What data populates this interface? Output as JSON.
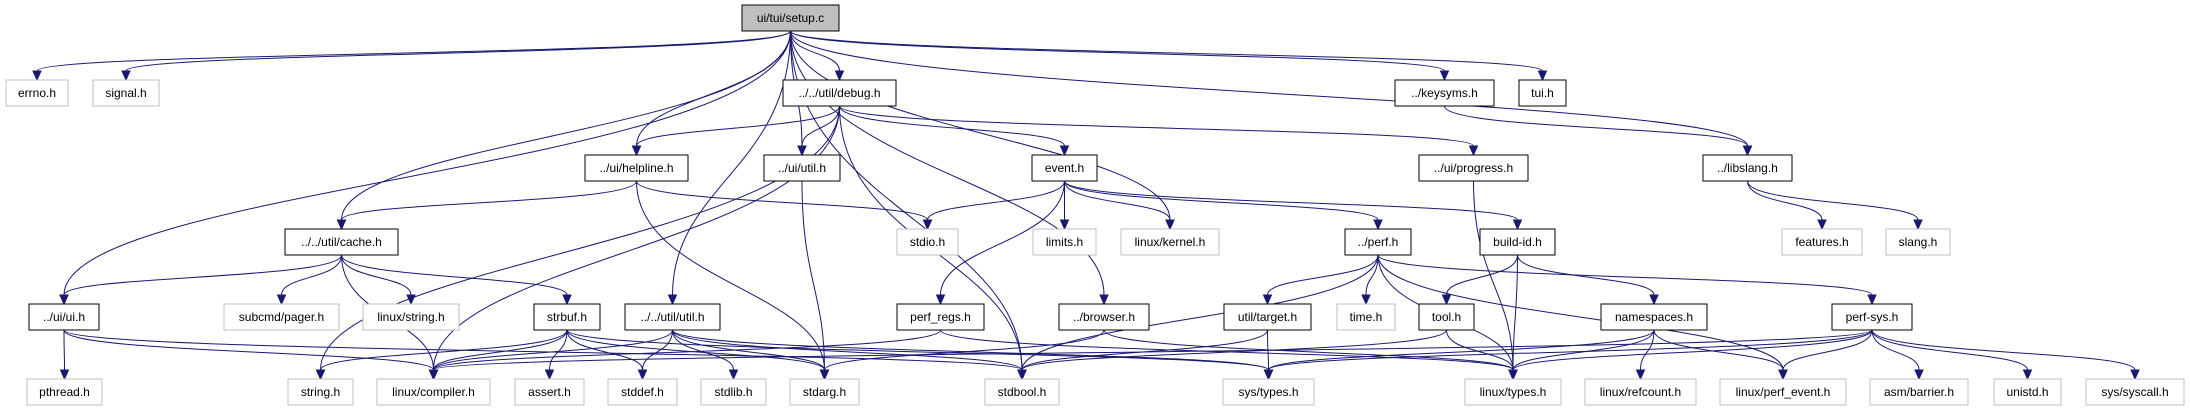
{
  "colors": {
    "edge": "#191970",
    "root_fill": "#bfbfbf",
    "documented_border": "#000000",
    "external_border": "#bfbfbf"
  },
  "nodes": [
    {
      "id": "setup",
      "label": "ui/tui/setup.c",
      "kind": "root"
    },
    {
      "id": "errno",
      "label": "errno.h",
      "kind": "external"
    },
    {
      "id": "signal",
      "label": "signal.h",
      "kind": "external"
    },
    {
      "id": "debug",
      "label": "../../util/debug.h",
      "kind": "documented"
    },
    {
      "id": "keysyms",
      "label": "../keysyms.h",
      "kind": "documented"
    },
    {
      "id": "tui",
      "label": "tui.h",
      "kind": "documented"
    },
    {
      "id": "helpline",
      "label": "../ui/helpline.h",
      "kind": "documented"
    },
    {
      "id": "uiutil",
      "label": "../ui/util.h",
      "kind": "documented"
    },
    {
      "id": "event",
      "label": "event.h",
      "kind": "documented"
    },
    {
      "id": "progress",
      "label": "../ui/progress.h",
      "kind": "documented"
    },
    {
      "id": "libslang",
      "label": "../libslang.h",
      "kind": "documented"
    },
    {
      "id": "cache",
      "label": "../../util/cache.h",
      "kind": "documented"
    },
    {
      "id": "stdio",
      "label": "stdio.h",
      "kind": "external"
    },
    {
      "id": "limits",
      "label": "limits.h",
      "kind": "external"
    },
    {
      "id": "kernel",
      "label": "linux/kernel.h",
      "kind": "external"
    },
    {
      "id": "perf",
      "label": "../perf.h",
      "kind": "documented"
    },
    {
      "id": "buildid",
      "label": "build-id.h",
      "kind": "documented"
    },
    {
      "id": "features",
      "label": "features.h",
      "kind": "external"
    },
    {
      "id": "slang",
      "label": "slang.h",
      "kind": "external"
    },
    {
      "id": "ui",
      "label": "../ui/ui.h",
      "kind": "documented"
    },
    {
      "id": "pager",
      "label": "subcmd/pager.h",
      "kind": "external"
    },
    {
      "id": "lstring",
      "label": "linux/string.h",
      "kind": "external"
    },
    {
      "id": "strbuf",
      "label": "strbuf.h",
      "kind": "documented"
    },
    {
      "id": "util",
      "label": "../../util/util.h",
      "kind": "documented"
    },
    {
      "id": "perfregs",
      "label": "perf_regs.h",
      "kind": "documented"
    },
    {
      "id": "browser",
      "label": "../browser.h",
      "kind": "documented"
    },
    {
      "id": "target",
      "label": "util/target.h",
      "kind": "documented"
    },
    {
      "id": "time",
      "label": "time.h",
      "kind": "external"
    },
    {
      "id": "tool",
      "label": "tool.h",
      "kind": "documented"
    },
    {
      "id": "namespaces",
      "label": "namespaces.h",
      "kind": "documented"
    },
    {
      "id": "perfsys",
      "label": "perf-sys.h",
      "kind": "documented"
    },
    {
      "id": "pthread",
      "label": "pthread.h",
      "kind": "external"
    },
    {
      "id": "string",
      "label": "string.h",
      "kind": "external"
    },
    {
      "id": "compiler",
      "label": "linux/compiler.h",
      "kind": "external"
    },
    {
      "id": "assert",
      "label": "assert.h",
      "kind": "external"
    },
    {
      "id": "stddef",
      "label": "stddef.h",
      "kind": "external"
    },
    {
      "id": "stdlib",
      "label": "stdlib.h",
      "kind": "external"
    },
    {
      "id": "stdarg",
      "label": "stdarg.h",
      "kind": "external"
    },
    {
      "id": "stdbool",
      "label": "stdbool.h",
      "kind": "external"
    },
    {
      "id": "systypes",
      "label": "sys/types.h",
      "kind": "external"
    },
    {
      "id": "ltypes",
      "label": "linux/types.h",
      "kind": "external"
    },
    {
      "id": "refcount",
      "label": "linux/refcount.h",
      "kind": "external"
    },
    {
      "id": "perfevent",
      "label": "linux/perf_event.h",
      "kind": "external"
    },
    {
      "id": "barrier",
      "label": "asm/barrier.h",
      "kind": "external"
    },
    {
      "id": "unistd",
      "label": "unistd.h",
      "kind": "external"
    },
    {
      "id": "syscall",
      "label": "sys/syscall.h",
      "kind": "external"
    }
  ],
  "edges": [
    [
      "setup",
      "errno"
    ],
    [
      "setup",
      "signal"
    ],
    [
      "setup",
      "ui"
    ],
    [
      "setup",
      "cache"
    ],
    [
      "setup",
      "helpline"
    ],
    [
      "setup",
      "util"
    ],
    [
      "setup",
      "uiutil"
    ],
    [
      "setup",
      "debug"
    ],
    [
      "setup",
      "kernel"
    ],
    [
      "setup",
      "stdbool"
    ],
    [
      "setup",
      "browser"
    ],
    [
      "setup",
      "keysyms"
    ],
    [
      "setup",
      "libslang"
    ],
    [
      "setup",
      "tui"
    ],
    [
      "debug",
      "helpline"
    ],
    [
      "debug",
      "uiutil"
    ],
    [
      "debug",
      "event"
    ],
    [
      "debug",
      "stdbool"
    ],
    [
      "debug",
      "string"
    ],
    [
      "debug",
      "compiler"
    ],
    [
      "debug",
      "progress"
    ],
    [
      "helpline",
      "cache"
    ],
    [
      "helpline",
      "stdio"
    ],
    [
      "helpline",
      "stdarg"
    ],
    [
      "uiutil",
      "stdarg"
    ],
    [
      "event",
      "stdio"
    ],
    [
      "event",
      "limits"
    ],
    [
      "event",
      "kernel"
    ],
    [
      "event",
      "perf"
    ],
    [
      "event",
      "buildid"
    ],
    [
      "event",
      "perfregs"
    ],
    [
      "progress",
      "ltypes"
    ],
    [
      "keysyms",
      "libslang"
    ],
    [
      "libslang",
      "features"
    ],
    [
      "libslang",
      "slang"
    ],
    [
      "cache",
      "ui"
    ],
    [
      "cache",
      "compiler"
    ],
    [
      "cache",
      "pager"
    ],
    [
      "cache",
      "lstring"
    ],
    [
      "cache",
      "strbuf"
    ],
    [
      "ui",
      "pthread"
    ],
    [
      "ui",
      "compiler"
    ],
    [
      "ui",
      "stdbool"
    ],
    [
      "strbuf",
      "compiler"
    ],
    [
      "strbuf",
      "assert"
    ],
    [
      "strbuf",
      "stddef"
    ],
    [
      "strbuf",
      "stdarg"
    ],
    [
      "strbuf",
      "string"
    ],
    [
      "strbuf",
      "systypes"
    ],
    [
      "util",
      "compiler"
    ],
    [
      "util",
      "stddef"
    ],
    [
      "util",
      "stdlib"
    ],
    [
      "util",
      "stdarg"
    ],
    [
      "util",
      "stdbool"
    ],
    [
      "util",
      "systypes"
    ],
    [
      "perfregs",
      "compiler"
    ],
    [
      "perfregs",
      "ltypes"
    ],
    [
      "browser",
      "stdarg"
    ],
    [
      "browser",
      "ltypes"
    ],
    [
      "perf",
      "stdbool"
    ],
    [
      "perf",
      "target"
    ],
    [
      "perf",
      "time"
    ],
    [
      "perf",
      "ltypes"
    ],
    [
      "perf",
      "perfsys"
    ],
    [
      "perf",
      "perfevent"
    ],
    [
      "target",
      "stdbool"
    ],
    [
      "target",
      "systypes"
    ],
    [
      "buildid",
      "tool"
    ],
    [
      "buildid",
      "ltypes"
    ],
    [
      "buildid",
      "namespaces"
    ],
    [
      "tool",
      "stdbool"
    ],
    [
      "tool",
      "ltypes"
    ],
    [
      "namespaces",
      "systypes"
    ],
    [
      "namespaces",
      "ltypes"
    ],
    [
      "namespaces",
      "refcount"
    ],
    [
      "namespaces",
      "perfevent"
    ],
    [
      "perfsys",
      "compiler"
    ],
    [
      "perfsys",
      "systypes"
    ],
    [
      "perfsys",
      "ltypes"
    ],
    [
      "perfsys",
      "perfevent"
    ],
    [
      "perfsys",
      "barrier"
    ],
    [
      "perfsys",
      "unistd"
    ],
    [
      "perfsys",
      "syscall"
    ]
  ]
}
